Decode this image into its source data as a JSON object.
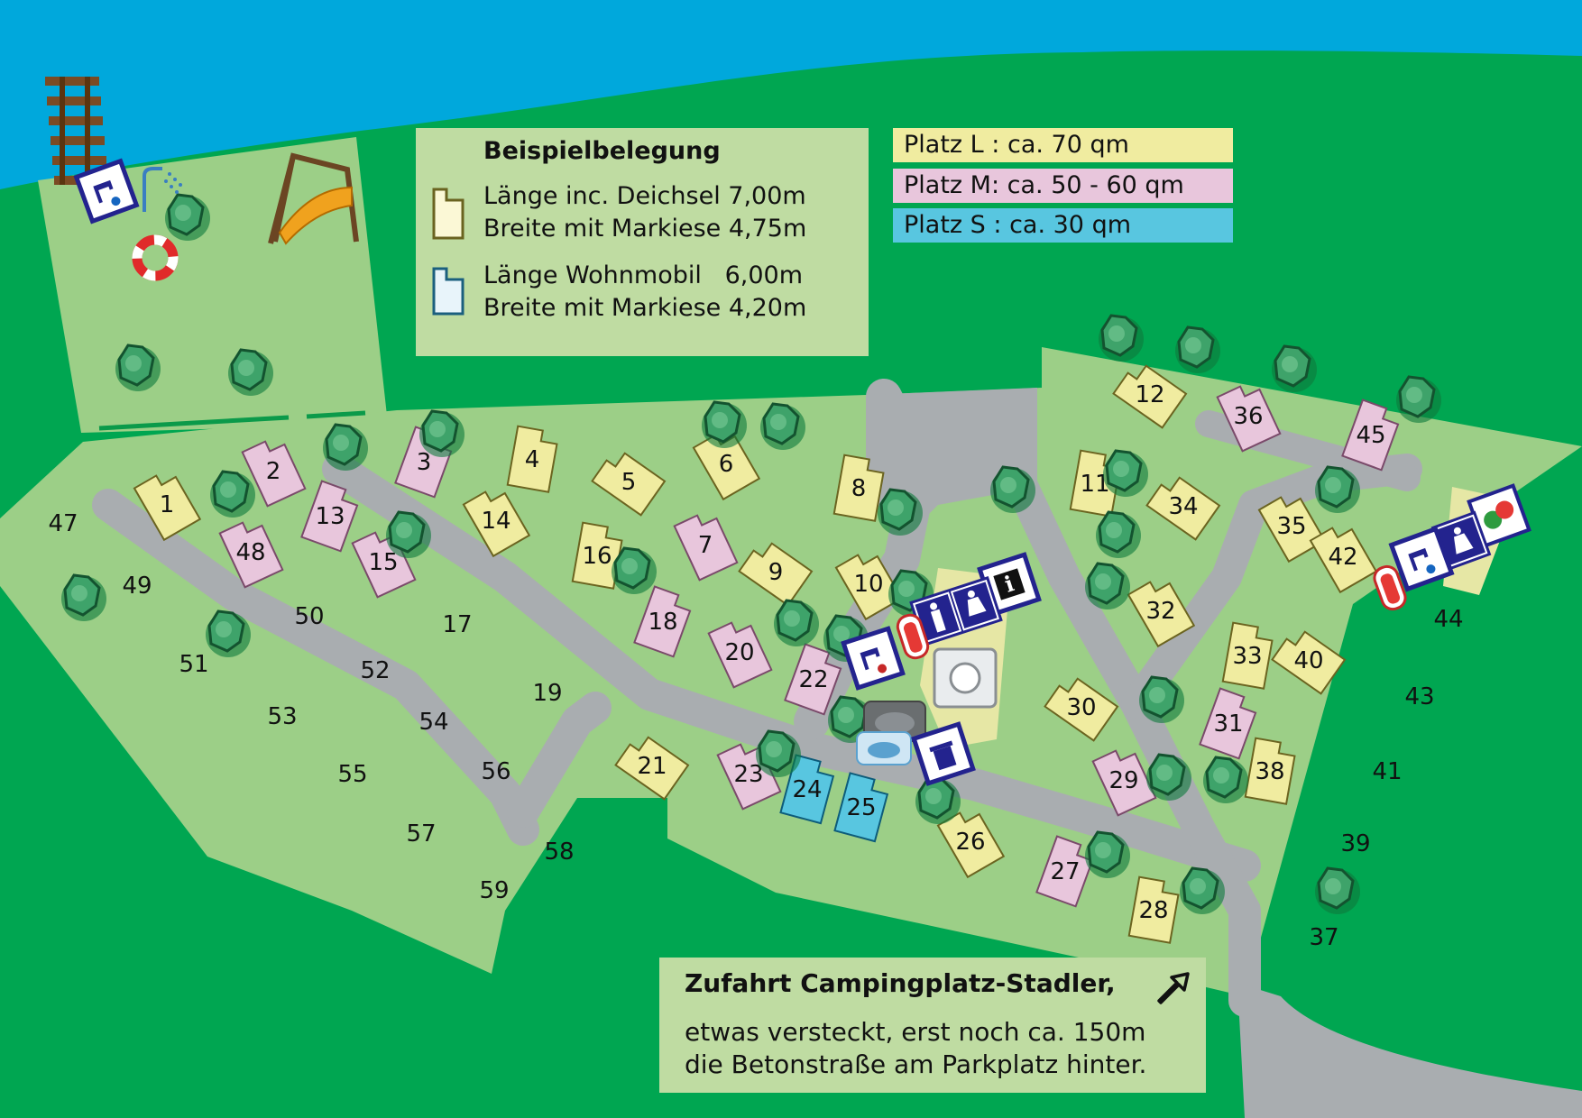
{
  "legend": {
    "title": "Beispielbelegung",
    "caravan_line1": "Länge inc. Deichsel 7,00m",
    "caravan_line2": "Breite mit Markiese 4,75m",
    "motorhome_line1": "Länge Wohnmobil   6,00m",
    "motorhome_line2": "Breite mit Markiese 4,20m"
  },
  "plot_sizes": [
    {
      "label": "Platz L : ca. 70 qm",
      "color": "#f0eca0"
    },
    {
      "label": "Platz M: ca. 50 - 60 qm",
      "color": "#e8c6dc"
    },
    {
      "label": "Platz S : ca. 30 qm",
      "color": "#58c6e0"
    }
  ],
  "access": {
    "title": "Zufahrt Campingplatz-Stadler,",
    "line1": "etwas versteckt, erst noch ca. 150m",
    "line2": "die Betonstraße am Parkplatz hinter."
  },
  "colors": {
    "lake": "#00a8dc",
    "grass": "#00a651",
    "field": "#9ccf87",
    "road": "#a9adb0",
    "plot_l": "#f0eca0",
    "plot_m": "#e8c6dc",
    "plot_s": "#58c6e0"
  },
  "icons": [
    "water-tap-icon",
    "shower-icon",
    "lifebuoy-icon",
    "playground-swing-icon",
    "fire-extinguisher-icon",
    "toilets-icon",
    "information-icon",
    "washing-machine-icon",
    "sink-icon",
    "recycling-icon",
    "table-tennis-icon",
    "jetty-icon",
    "access-arrow-icon"
  ],
  "plots": {
    "large": [
      "1",
      "4",
      "5",
      "6",
      "8",
      "9",
      "10",
      "11",
      "12",
      "14",
      "16",
      "21",
      "26",
      "28",
      "30",
      "32",
      "33",
      "34",
      "35",
      "38",
      "40",
      "42"
    ],
    "medium": [
      "2",
      "3",
      "7",
      "13",
      "15",
      "18",
      "20",
      "22",
      "23",
      "27",
      "29",
      "31",
      "36",
      "45",
      "48"
    ],
    "small": [
      "24",
      "25"
    ],
    "unmarked": [
      "17",
      "19",
      "37",
      "39",
      "41",
      "43",
      "44",
      "47",
      "49",
      "50",
      "51",
      "52",
      "53",
      "54",
      "55",
      "56",
      "57",
      "58",
      "59"
    ]
  }
}
